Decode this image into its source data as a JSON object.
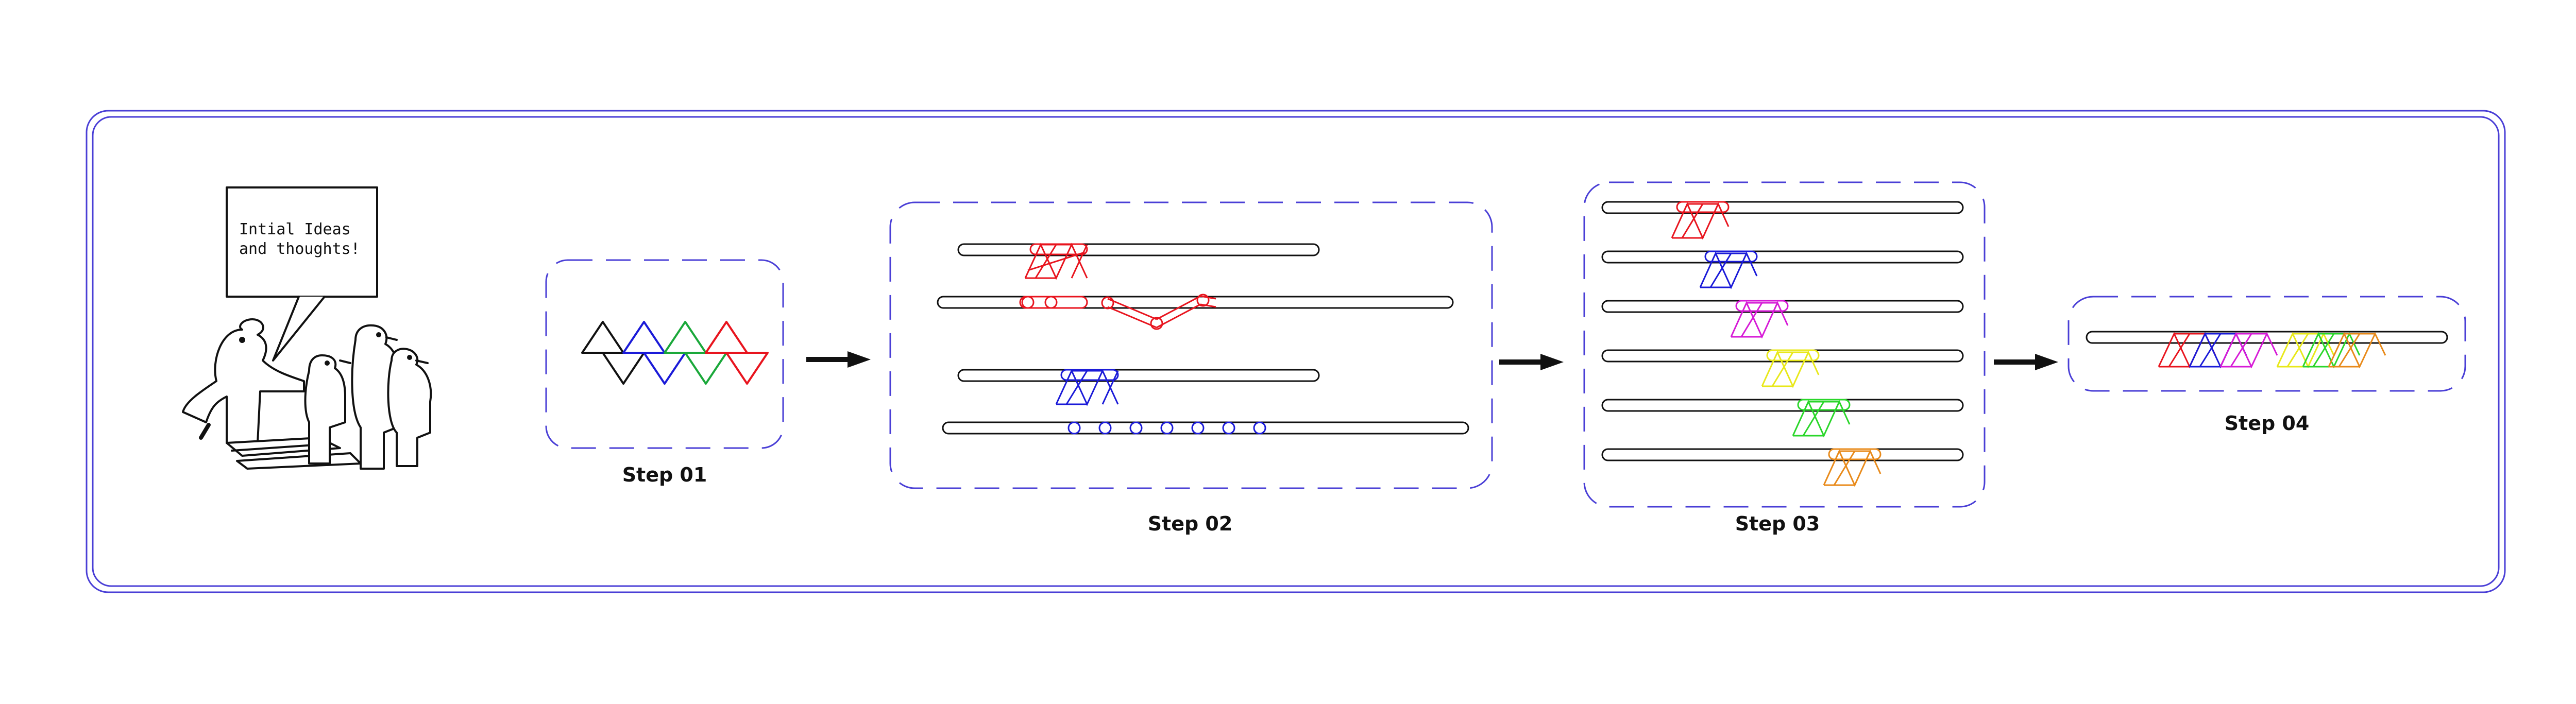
{
  "speech_bubble": {
    "line1": "Intial Ideas",
    "line2": "and thoughts!"
  },
  "steps": [
    {
      "label": "Step 01"
    },
    {
      "label": "Step 02"
    },
    {
      "label": "Step 03"
    },
    {
      "label": "Step 04"
    }
  ],
  "colors": {
    "frame": "#4a3fd6",
    "red": "#e8141e",
    "blue": "#1a1ad8",
    "green": "#1aa83a",
    "magenta": "#d61ad6",
    "yellow": "#e8e81a",
    "lime": "#2ad62a",
    "orange": "#e88a1a",
    "stroke": "#111111"
  }
}
